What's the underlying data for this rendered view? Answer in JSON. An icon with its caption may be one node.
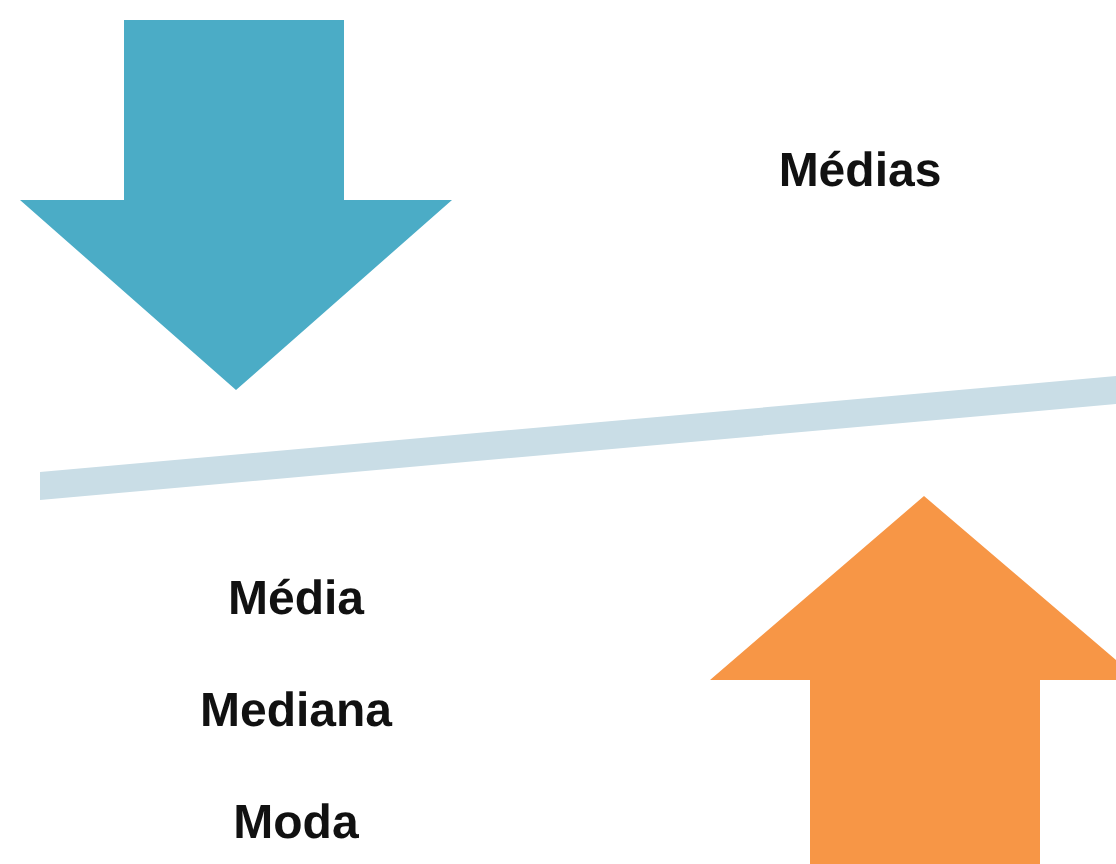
{
  "diagram": {
    "labels": [
      "Médias",
      "Média",
      "Mediana",
      "Moda"
    ]
  }
}
